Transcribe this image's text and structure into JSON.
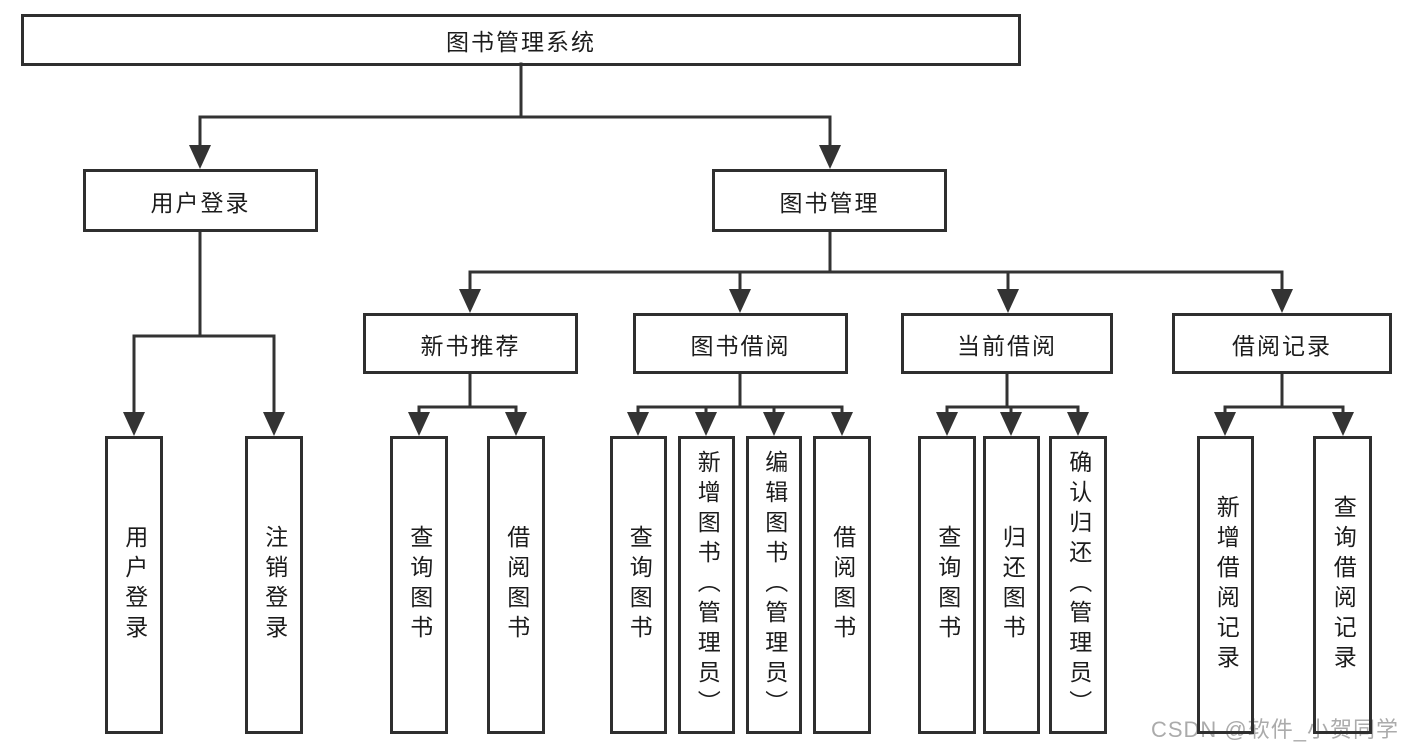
{
  "tree": {
    "label": "图书管理系统",
    "children": [
      {
        "label": "用户登录",
        "children": [
          {
            "label": "用户登录"
          },
          {
            "label": "注销登录"
          }
        ]
      },
      {
        "label": "图书管理",
        "children": [
          {
            "label": "新书推荐",
            "children": [
              {
                "label": "查询图书"
              },
              {
                "label": "借阅图书"
              }
            ]
          },
          {
            "label": "图书借阅",
            "children": [
              {
                "label": "查询图书"
              },
              {
                "label": "新增图书（管理员）"
              },
              {
                "label": "编辑图书（管理员）"
              },
              {
                "label": "借阅图书"
              }
            ]
          },
          {
            "label": "当前借阅",
            "children": [
              {
                "label": "查询图书"
              },
              {
                "label": "归还图书"
              },
              {
                "label": "确认归还（管理员）"
              }
            ]
          },
          {
            "label": "借阅记录",
            "children": [
              {
                "label": "新增借阅记录"
              },
              {
                "label": "查询借阅记录"
              }
            ]
          }
        ]
      }
    ]
  },
  "watermark": {
    "text": "CSDN @软件_小贺同学"
  },
  "colors": {
    "line": "#333333",
    "border": "#2f2f2f",
    "text": "#1c1c1c",
    "background": "#ffffff",
    "watermark": "#ababab"
  }
}
